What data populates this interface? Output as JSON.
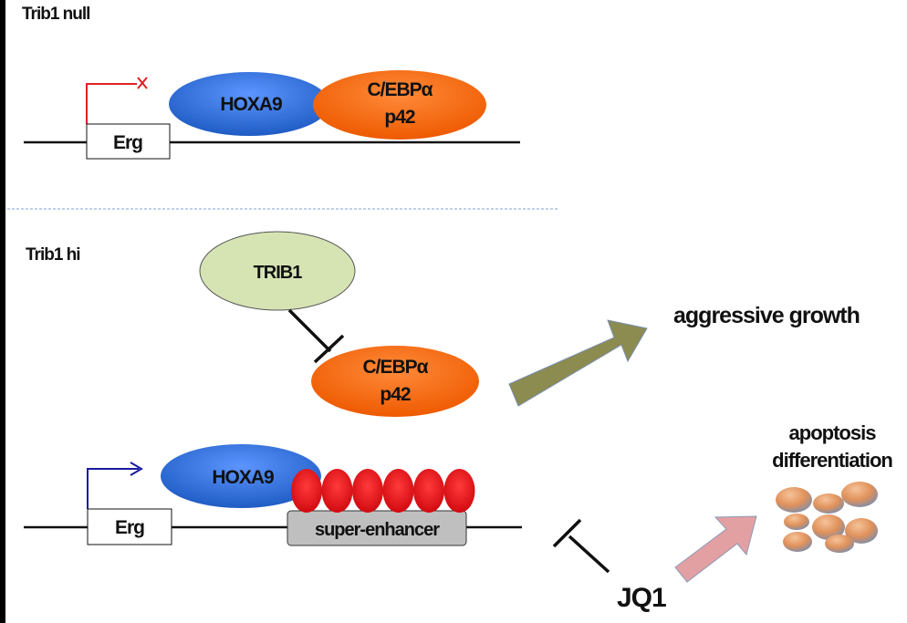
{
  "panels": {
    "top": {
      "title": "Trib1 null",
      "gene_label": "Erg",
      "hoxa9_label": "HOXA9",
      "cebpa_line1": "C/EBPα",
      "cebpa_line2": "p42",
      "promoter_state": "blocked"
    },
    "bottom": {
      "title": "Trib1 hi",
      "trib1_label": "TRIB1",
      "cebpa_line1": "C/EBPα",
      "cebpa_line2": "p42",
      "hoxa9_label": "HOXA9",
      "gene_label": "Erg",
      "enhancer_label": "super-enhancer",
      "enhancer_dot_count": 6
    }
  },
  "outcomes": {
    "growth_label": "aggressive growth",
    "apoptosis_line1": "apoptosis",
    "apoptosis_line2": "differentiation",
    "inhibitor_label": "JQ1"
  },
  "colors": {
    "hoxa9": "#2d6fd8",
    "cebpa": "#ff6a10",
    "trib1": "#d6e4b4",
    "enhancer_dots": "#e8141c",
    "enhancer_box": "#bfbfbf",
    "growth_arrow": "#8c8b50",
    "apoptosis_arrow": "#e3a0a3",
    "cells": "#e9a070",
    "promoter_blocked": "#e02020",
    "promoter_active": "#1a1aa0",
    "divider": "#7fa3d6"
  }
}
